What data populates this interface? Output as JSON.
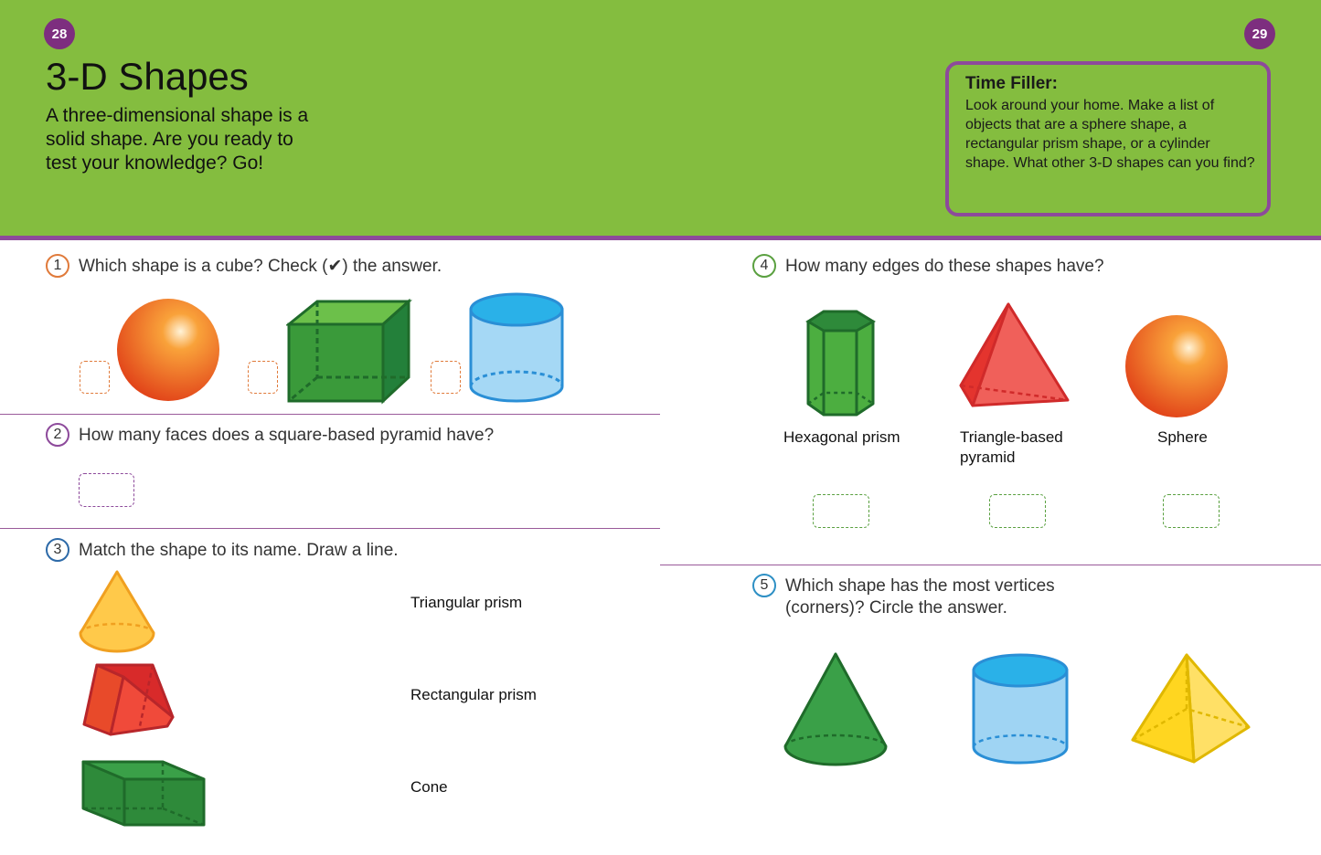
{
  "header": {
    "page_left": "28",
    "page_right": "29",
    "title": "3-D Shapes",
    "intro": "A three-dimensional shape is a solid shape. Are you ready to test your knowledge? Go!",
    "time_filler": {
      "heading": "Time Filler:",
      "text": "Look around your home. Make a list of objects that are a sphere shape, a rectangular prism shape, or a cylinder shape. What other 3-D shapes can you find?"
    }
  },
  "questions": {
    "q1": {
      "number": "1",
      "text": "Which shape is a cube? Check (✔) the answer.",
      "shapes": [
        "sphere-icon",
        "cube-icon",
        "cylinder-icon"
      ]
    },
    "q2": {
      "number": "2",
      "text": "How many faces does a square-based pyramid have?"
    },
    "q3": {
      "number": "3",
      "text": "Match the shape to its name. Draw a line.",
      "names": [
        "Triangular prism",
        "Rectangular prism",
        "Cone"
      ],
      "shapes": [
        "cone-icon",
        "triangular-prism-icon",
        "rectangular-prism-icon"
      ]
    },
    "q4": {
      "number": "4",
      "text": "How many edges do these shapes have?",
      "shapes": [
        {
          "name": "Hexagonal prism",
          "icon": "hexagonal-prism-icon"
        },
        {
          "name": "Triangle-based pyramid",
          "icon": "triangle-pyramid-icon"
        },
        {
          "name": "Sphere",
          "icon": "sphere-icon"
        }
      ]
    },
    "q5": {
      "number": "5",
      "text": "Which shape has the most vertices (corners)? Circle the answer.",
      "shapes": [
        "cone-icon",
        "cylinder-icon",
        "square-pyramid-icon"
      ]
    }
  },
  "colors": {
    "header_green": "#84bd3f",
    "purple": "#8d4a9b",
    "q1_orange": "#e07a3a",
    "q2_purple": "#8d4a9b",
    "q3_blue": "#2d6aa8",
    "q4_green": "#5aa040",
    "q5_blue": "#2d8fc4"
  }
}
